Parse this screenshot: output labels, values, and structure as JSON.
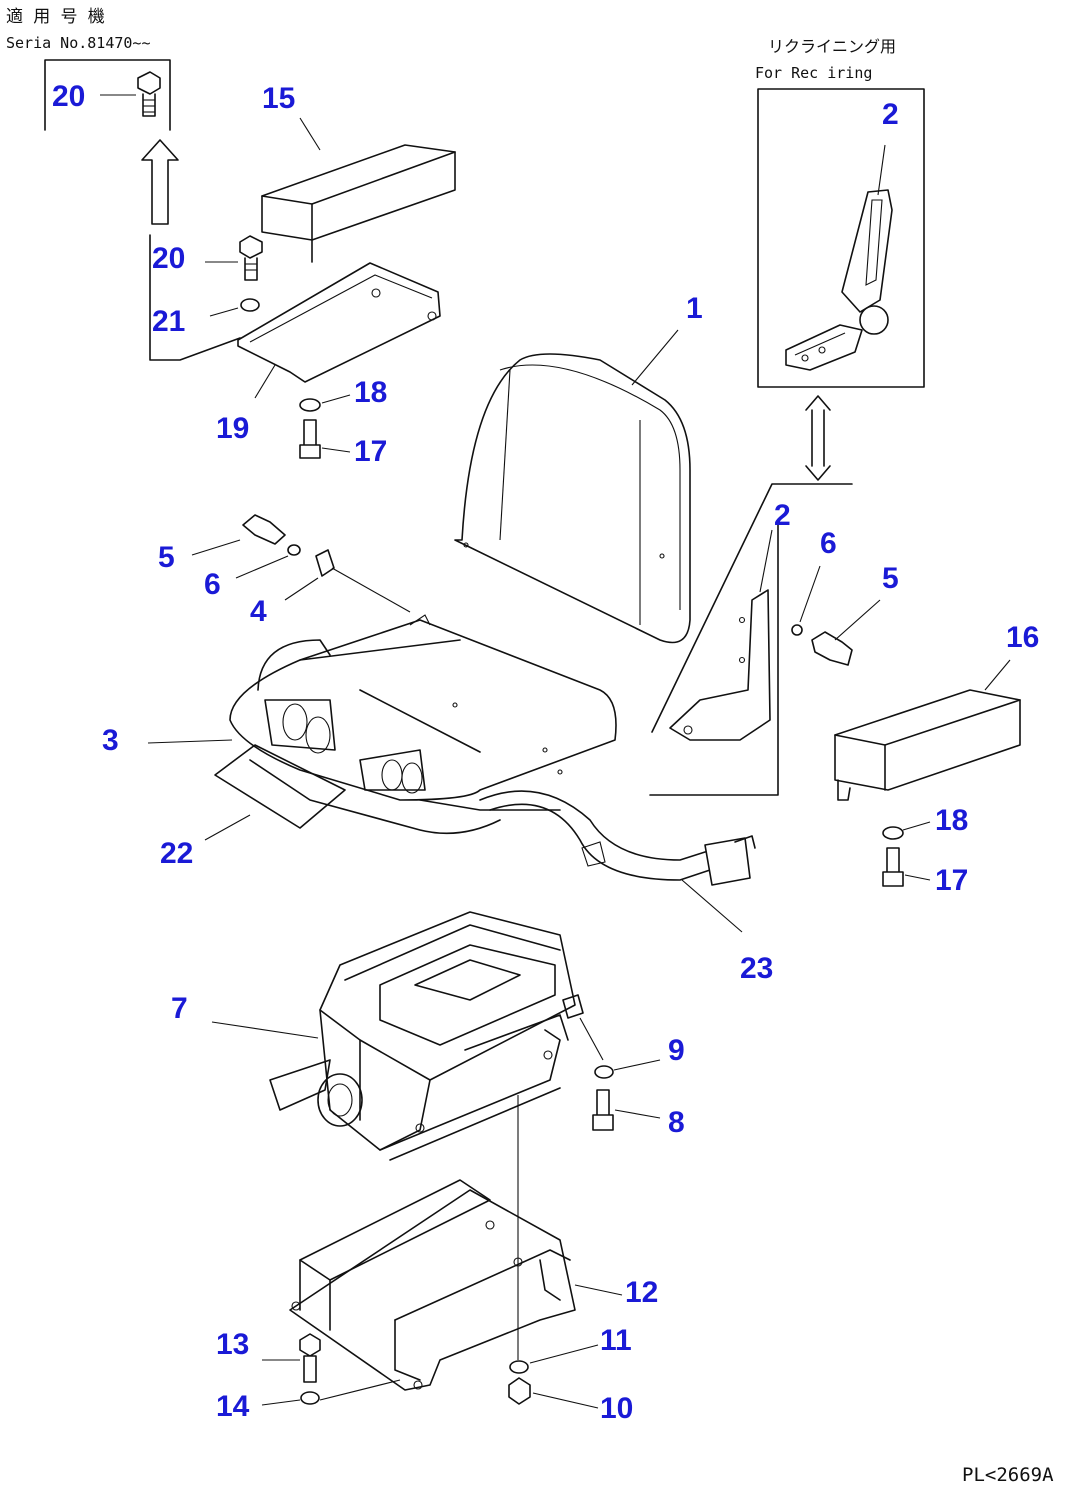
{
  "header": {
    "line1": "適 用 号 機",
    "line2": "Seria  No.81470~~"
  },
  "inset": {
    "title_jp": "リクライニング用",
    "title_en": "For Rec iring"
  },
  "drawing_code": "PL<2669A",
  "callouts": [
    {
      "id": "c1",
      "label": "1"
    },
    {
      "id": "c2a",
      "label": "2"
    },
    {
      "id": "c2b",
      "label": "2"
    },
    {
      "id": "c3",
      "label": "3"
    },
    {
      "id": "c4",
      "label": "4"
    },
    {
      "id": "c5a",
      "label": "5"
    },
    {
      "id": "c5b",
      "label": "5"
    },
    {
      "id": "c6a",
      "label": "6"
    },
    {
      "id": "c6b",
      "label": "6"
    },
    {
      "id": "c7",
      "label": "7"
    },
    {
      "id": "c8",
      "label": "8"
    },
    {
      "id": "c9",
      "label": "9"
    },
    {
      "id": "c10",
      "label": "10"
    },
    {
      "id": "c11",
      "label": "11"
    },
    {
      "id": "c12",
      "label": "12"
    },
    {
      "id": "c13",
      "label": "13"
    },
    {
      "id": "c14",
      "label": "14"
    },
    {
      "id": "c15",
      "label": "15"
    },
    {
      "id": "c16",
      "label": "16"
    },
    {
      "id": "c17a",
      "label": "17"
    },
    {
      "id": "c17b",
      "label": "17"
    },
    {
      "id": "c18a",
      "label": "18"
    },
    {
      "id": "c18b",
      "label": "18"
    },
    {
      "id": "c19",
      "label": "19"
    },
    {
      "id": "c20a",
      "label": "20"
    },
    {
      "id": "c20b",
      "label": "20"
    },
    {
      "id": "c21",
      "label": "21"
    },
    {
      "id": "c22",
      "label": "22"
    },
    {
      "id": "c23",
      "label": "23"
    }
  ]
}
